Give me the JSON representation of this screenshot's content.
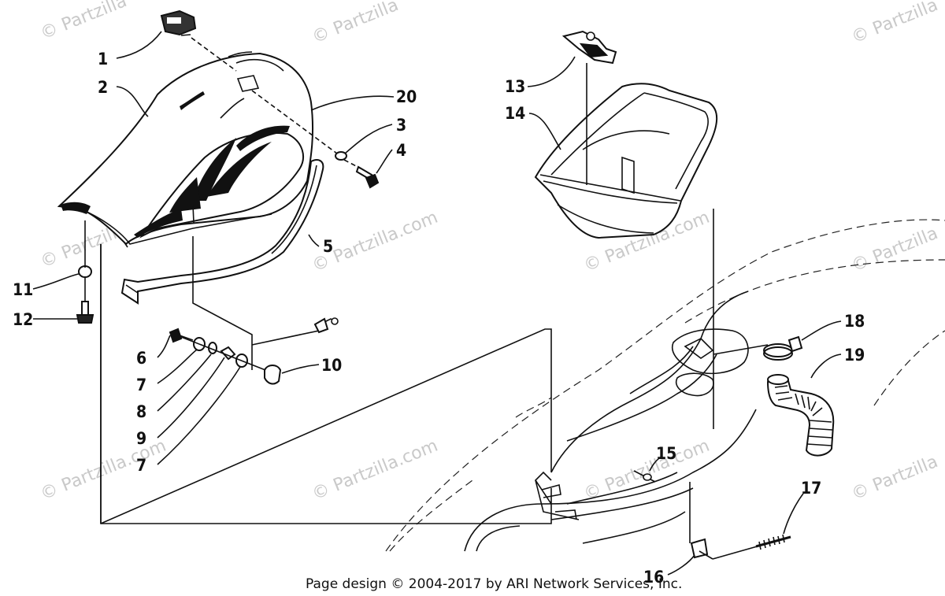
{
  "watermark": "© Partzilla.com",
  "watermark_short": "© Partzilla",
  "footer": "Page design © 2004-2017 by ARI Network Services, Inc.",
  "callouts": {
    "c1": "1",
    "c2": "2",
    "c3": "3",
    "c4": "4",
    "c5": "5",
    "c6": "6",
    "c7a": "7",
    "c7b": "7",
    "c8": "8",
    "c9": "9",
    "c10": "10",
    "c11": "11",
    "c12": "12",
    "c13": "13",
    "c14": "14",
    "c15": "15",
    "c16": "16",
    "c17": "17",
    "c18": "18",
    "c19": "19",
    "c20": "20"
  }
}
